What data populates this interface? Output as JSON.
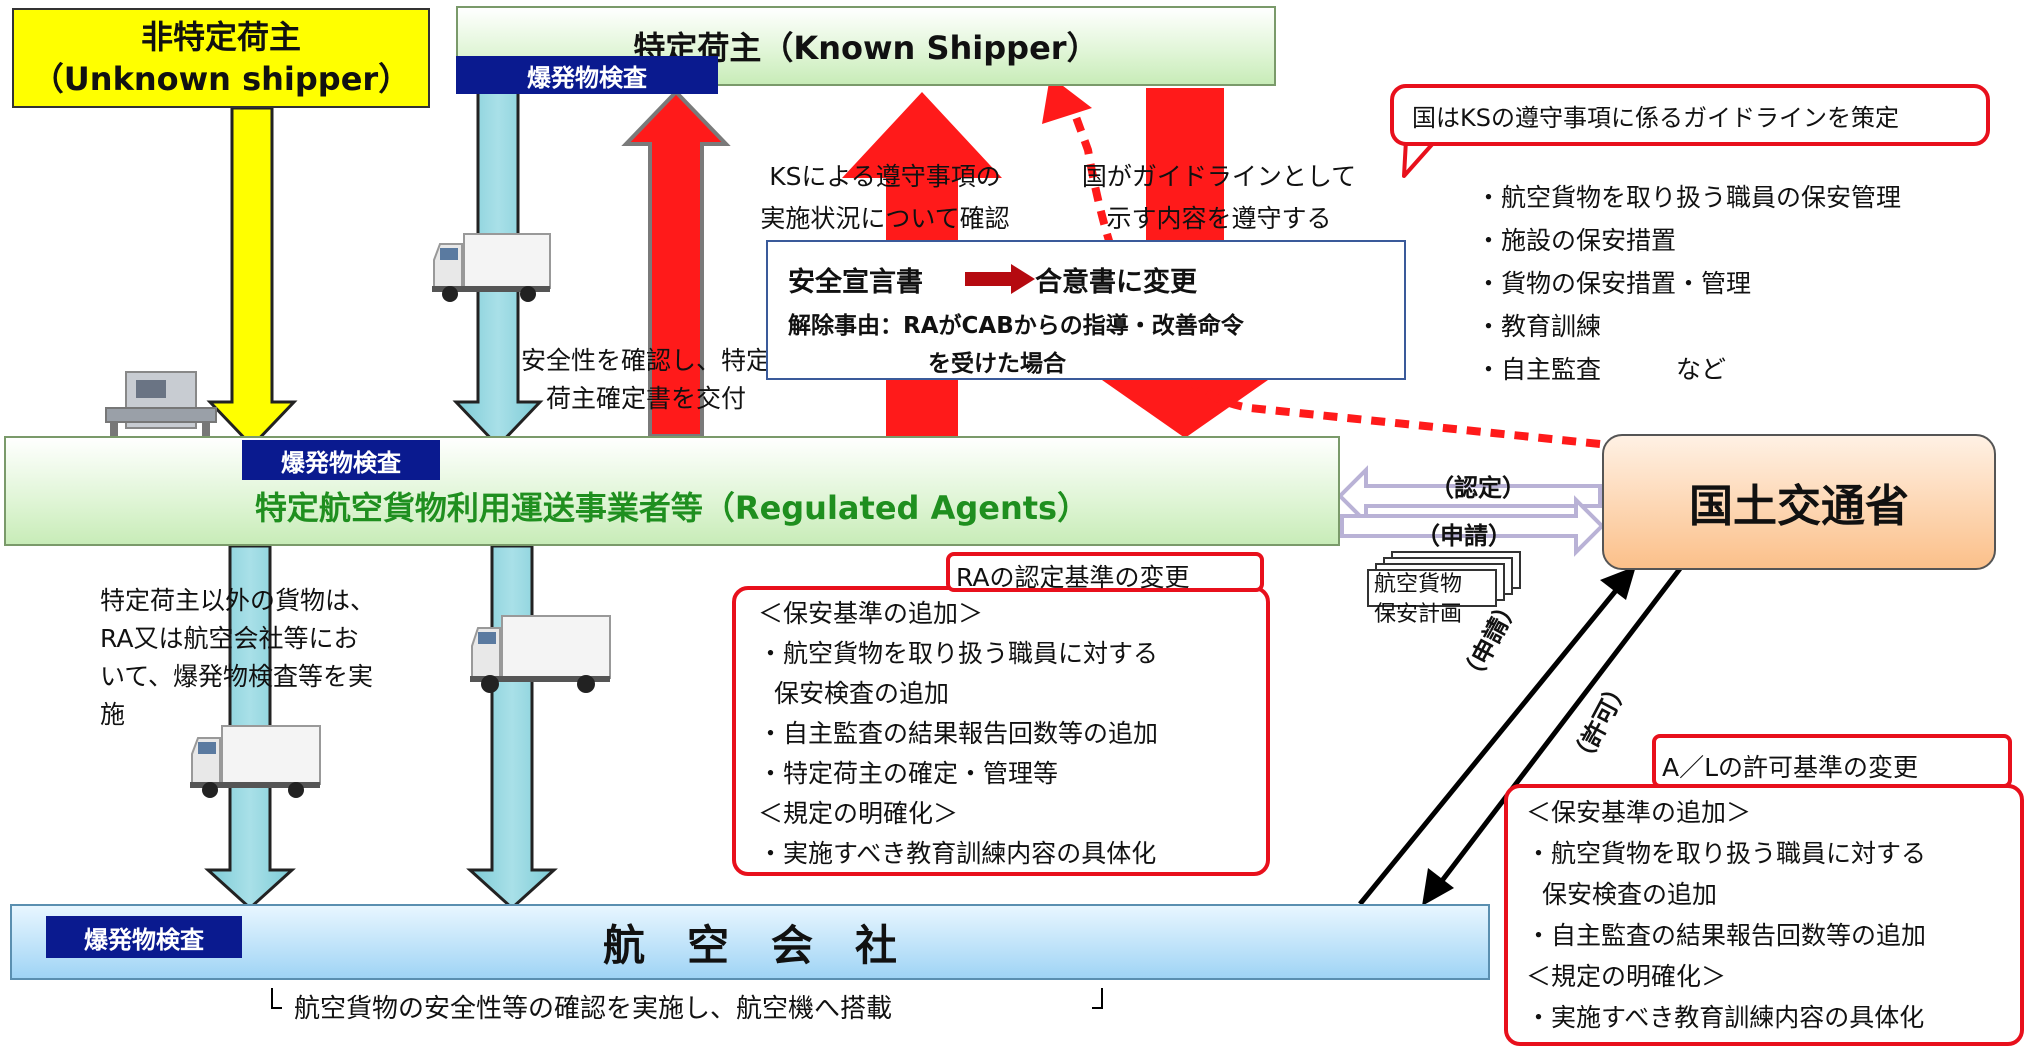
{
  "unknown_shipper": {
    "line1": "非特定荷主",
    "line2": "（Unknown shipper）"
  },
  "known_shipper": {
    "title": "特定荷主（Known Shipper）"
  },
  "badges": {
    "ks": "爆発物検査",
    "ra": "爆発物検査",
    "airline": "爆発物検査"
  },
  "ks_check": {
    "line1": "KSによる遵守事項の",
    "line2": "実施状況について確認"
  },
  "guideline_follow": {
    "line1": "国がガイドラインとして",
    "line2": "示す内容を遵守する"
  },
  "declaration": {
    "title_left": "安全宣言書",
    "title_right": "合意書に変更",
    "line2": "解除事由：RAがCABからの指導・改善命令",
    "line3": "を受けた場合"
  },
  "ra_confirm": {
    "line1": "安全性を確認し、特定",
    "line2": "荷主確定書を交付"
  },
  "guideline_box": {
    "title": "国はKSの遵守事項に係るガイドラインを策定"
  },
  "guideline_items": [
    "・航空貨物を取り扱う職員の保安管理",
    "・施設の保安措置",
    "・貨物の保安措置・管理",
    "・教育訓練",
    "・自主監査　　　など"
  ],
  "ra_box": {
    "title": "特定航空貨物利用運送事業者等（Regulated Agents）"
  },
  "mlit": {
    "title": "国土交通省"
  },
  "arrows": {
    "certify": "（認定）",
    "apply": "（申請）",
    "apply2": "（申請）",
    "permit": "（許可）"
  },
  "security_plan": {
    "line1": "航空貨物",
    "line2": "保安計画"
  },
  "non_ks_note": {
    "line1": "特定荷主以外の貨物は、",
    "line2": "RA又は航空会社等にお",
    "line3": "いて、爆発物検査等を実",
    "line4": "施"
  },
  "ra_change": {
    "label": "RAの認定基準の変更",
    "items": [
      "＜保安基準の追加＞",
      "・航空貨物を取り扱う職員に対する",
      "保安検査の追加",
      "・自主監査の結果報告回数等の追加",
      "・特定荷主の確定・管理等",
      "＜規定の明確化＞",
      "・実施すべき教育訓練内容の具体化"
    ]
  },
  "al_change": {
    "label": "A／Lの許可基準の変更",
    "items": [
      "＜保安基準の追加＞",
      "・航空貨物を取り扱う職員に対する",
      "保安検査の追加",
      "・自主監査の結果報告回数等の追加",
      "＜規定の明確化＞",
      "・実施すべき教育訓練内容の具体化"
    ]
  },
  "airline": {
    "title": "航　空　会　社",
    "footer": "航空貨物の安全性等の確認を実施し、航空機へ搭載"
  },
  "colors": {
    "red": "#e8101c",
    "yellow": "#ffff00",
    "teal": "#8fd3dc",
    "navy": "#0a1a8f",
    "green_text": "#1f8f1f"
  }
}
